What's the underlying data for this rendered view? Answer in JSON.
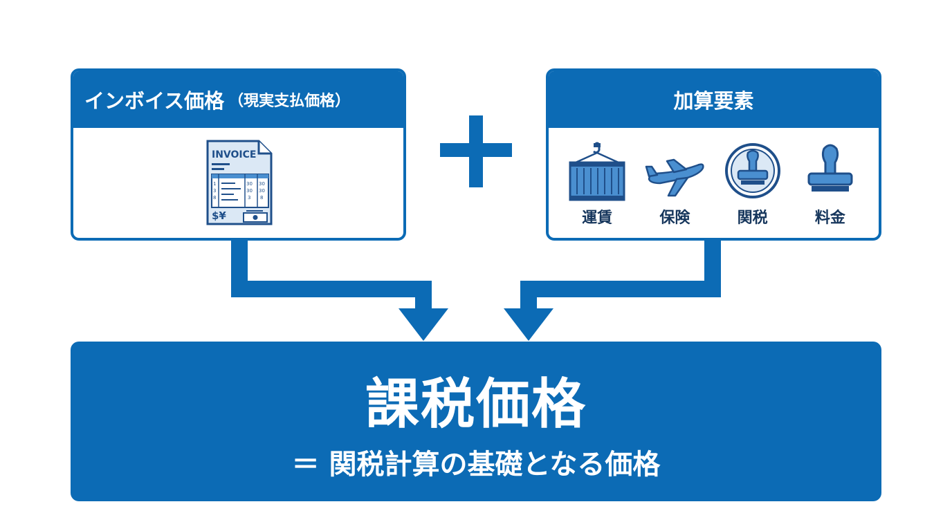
{
  "invoice_box": {
    "title": "インボイス価格",
    "title_paren": "（現実支払価格）",
    "icon": "invoice-document-icon",
    "document": {
      "header": "INVOICE",
      "col1": [
        "1",
        "3",
        "8"
      ],
      "col2": [
        "30",
        "30",
        "3"
      ],
      "col3": [
        "30",
        "30",
        "8"
      ],
      "currency": "$¥"
    }
  },
  "plus": {
    "icon": "plus-icon"
  },
  "addition_box": {
    "title": "加算要素",
    "items": [
      {
        "label": "運賃",
        "icon": "shipping-container-icon"
      },
      {
        "label": "保険",
        "icon": "airplane-icon"
      },
      {
        "label": "関税",
        "icon": "stamp-circle-icon"
      },
      {
        "label": "料金",
        "icon": "stamp-icon"
      }
    ]
  },
  "result": {
    "title": "課税価格",
    "subtitle": "＝ 関税計算の基礎となる価格"
  },
  "colors": {
    "primary": "#0c6bb5",
    "icon_fill": "#4a8fd0",
    "light_fill": "#dbe8f5",
    "label_text": "#16365c",
    "white": "#ffffff"
  }
}
